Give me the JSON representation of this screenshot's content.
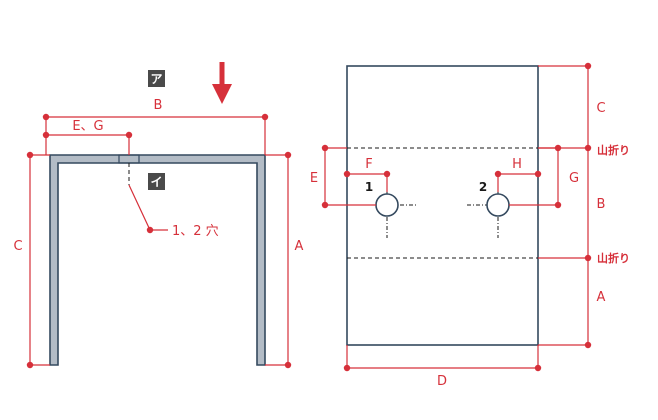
{
  "labels": {
    "tag_a": "ア",
    "tag_i": "イ",
    "B": "B",
    "EG": "E、G",
    "C": "C",
    "A": "A",
    "hole_note": "1、2 穴",
    "D": "D",
    "E": "E",
    "F": "F",
    "G": "G",
    "H": "H",
    "hole1": "1",
    "hole2": "2",
    "right_C": "C",
    "fold_top": "山折り",
    "right_B": "B",
    "fold_bottom": "山折り",
    "right_A": "A"
  },
  "colors": {
    "dimension": "#d6303a",
    "outline": "#34495e",
    "profile_fill": "#b3bcc6",
    "tag_background": "#4a4a4a"
  }
}
